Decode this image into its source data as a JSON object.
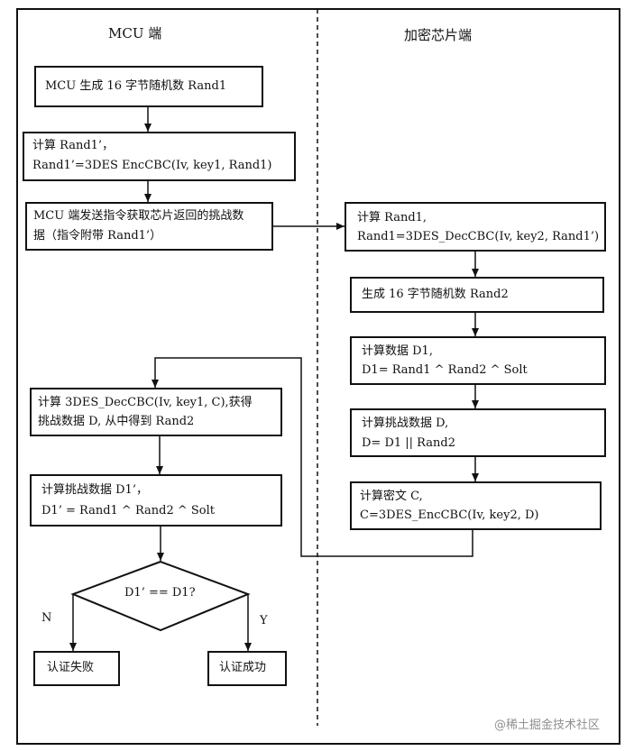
{
  "headers": {
    "mcu": "MCU 端",
    "chip": "加密芯片端"
  },
  "mcu_boxes": [
    {
      "lines": [
        "MCU 生成 16 字节随机数 Rand1"
      ]
    },
    {
      "lines": [
        "计算 Rand1’，",
        "Rand1’=3DES EncCBC(Iv, key1, Rand1)"
      ]
    },
    {
      "lines": [
        "MCU 端发送指令获取芯片返回的挑战数",
        "据（指令附带 Rand1’）"
      ]
    },
    {
      "lines": [
        "计算 3DES_DecCBC(Iv, key1, C),获得",
        "挑战数据 D, 从中得到 Rand2"
      ]
    },
    {
      "lines": [
        "计算挑战数据 D1’，",
        "D1’ = Rand1 ^ Rand2 ^ Solt"
      ]
    }
  ],
  "chip_boxes": [
    {
      "lines": [
        "计算 Rand1,",
        "Rand1=3DES_DecCBC(Iv, key2, Rand1’)"
      ]
    },
    {
      "lines": [
        "生成 16 字节随机数 Rand2"
      ]
    },
    {
      "lines": [
        "计算数据 D1,",
        "D1= Rand1 ^ Rand2 ^ Solt"
      ]
    },
    {
      "lines": [
        "计算挑战数据 D,",
        "D= D1 || Rand2"
      ]
    },
    {
      "lines": [
        "计算密文 C,",
        "C=3DES_EncCBC(Iv, key2, D)"
      ]
    }
  ],
  "decision": {
    "text": "D1’ == D1?",
    "no_label": "N",
    "yes_label": "Y"
  },
  "outcomes": {
    "fail": "认证失败",
    "success": "认证成功"
  },
  "watermark": "@稀土掘金技术社区"
}
